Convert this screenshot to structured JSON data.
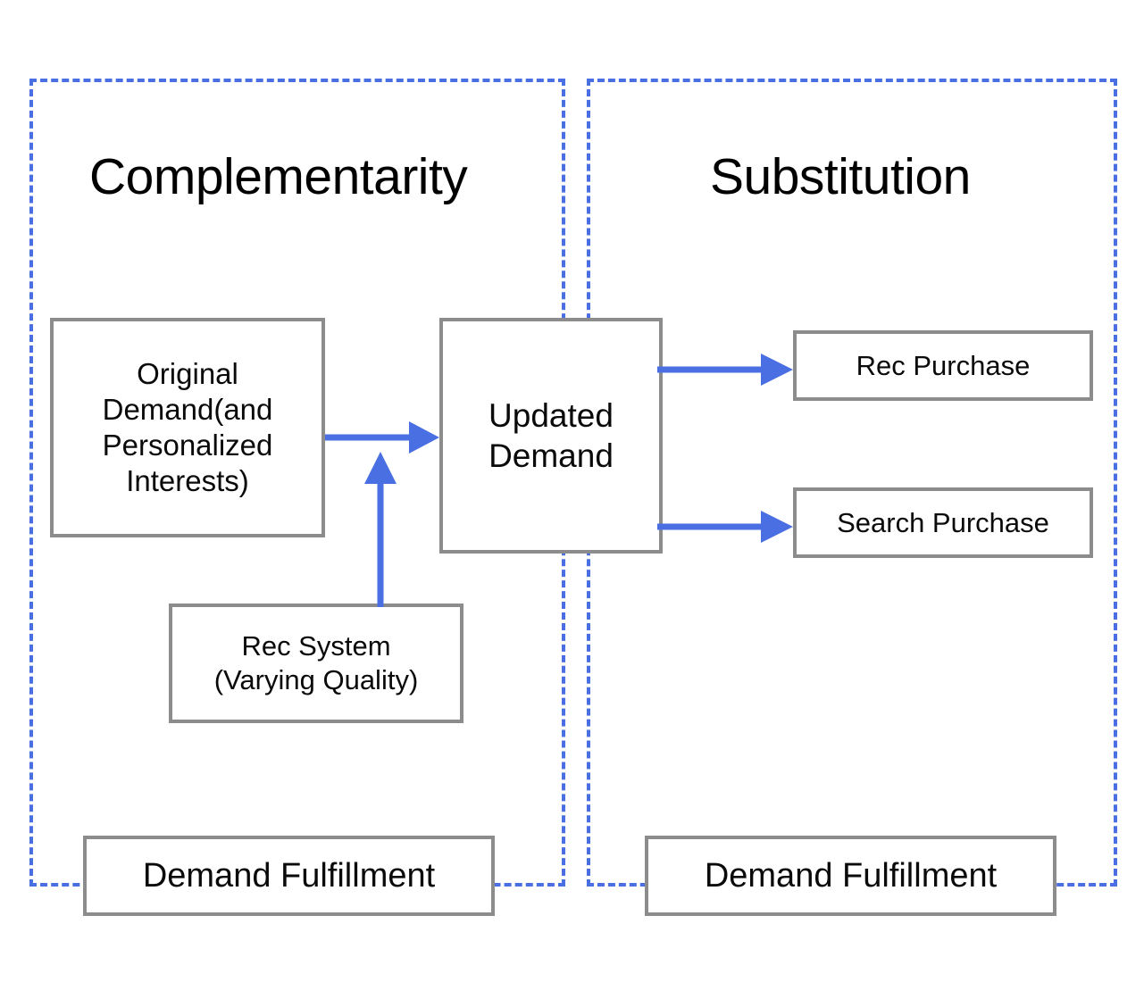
{
  "theme": {
    "arrow_color": "#4a6fe3",
    "panel_border_color": "#4a6fe3",
    "node_border_color": "#8c8c8c",
    "text_color": "#0a0a0a",
    "background": "#ffffff"
  },
  "panels": [
    {
      "id": "complementarity",
      "heading": "Complementarity"
    },
    {
      "id": "substitution",
      "heading": "Substitution"
    }
  ],
  "nodes": {
    "original_demand": {
      "lines": [
        "Original",
        "Demand(and",
        "Personalized",
        "Interests)"
      ],
      "text": "Original Demand(and Personalized Interests)"
    },
    "updated_demand": {
      "lines": [
        "Updated",
        "Demand"
      ],
      "text": "Updated Demand"
    },
    "rec_system": {
      "lines": [
        "Rec System",
        "(Varying Quality)"
      ],
      "text": "Rec System (Varying Quality)"
    },
    "rec_purchase": {
      "text": "Rec Purchase"
    },
    "search_purchase": {
      "text": "Search Purchase"
    },
    "demand_fulfillment_left": {
      "text": "Demand Fulfillment"
    },
    "demand_fulfillment_right": {
      "text": "Demand Fulfillment"
    }
  },
  "arrows": [
    {
      "id": "original-to-updated",
      "from": "original_demand",
      "to": "updated_demand",
      "direction": "right"
    },
    {
      "id": "recsys-to-updated",
      "from": "rec_system",
      "to": "updated_demand",
      "direction": "up"
    },
    {
      "id": "updated-to-rec",
      "from": "updated_demand",
      "to": "rec_purchase",
      "direction": "right"
    },
    {
      "id": "updated-to-search",
      "from": "updated_demand",
      "to": "search_purchase",
      "direction": "right"
    }
  ]
}
